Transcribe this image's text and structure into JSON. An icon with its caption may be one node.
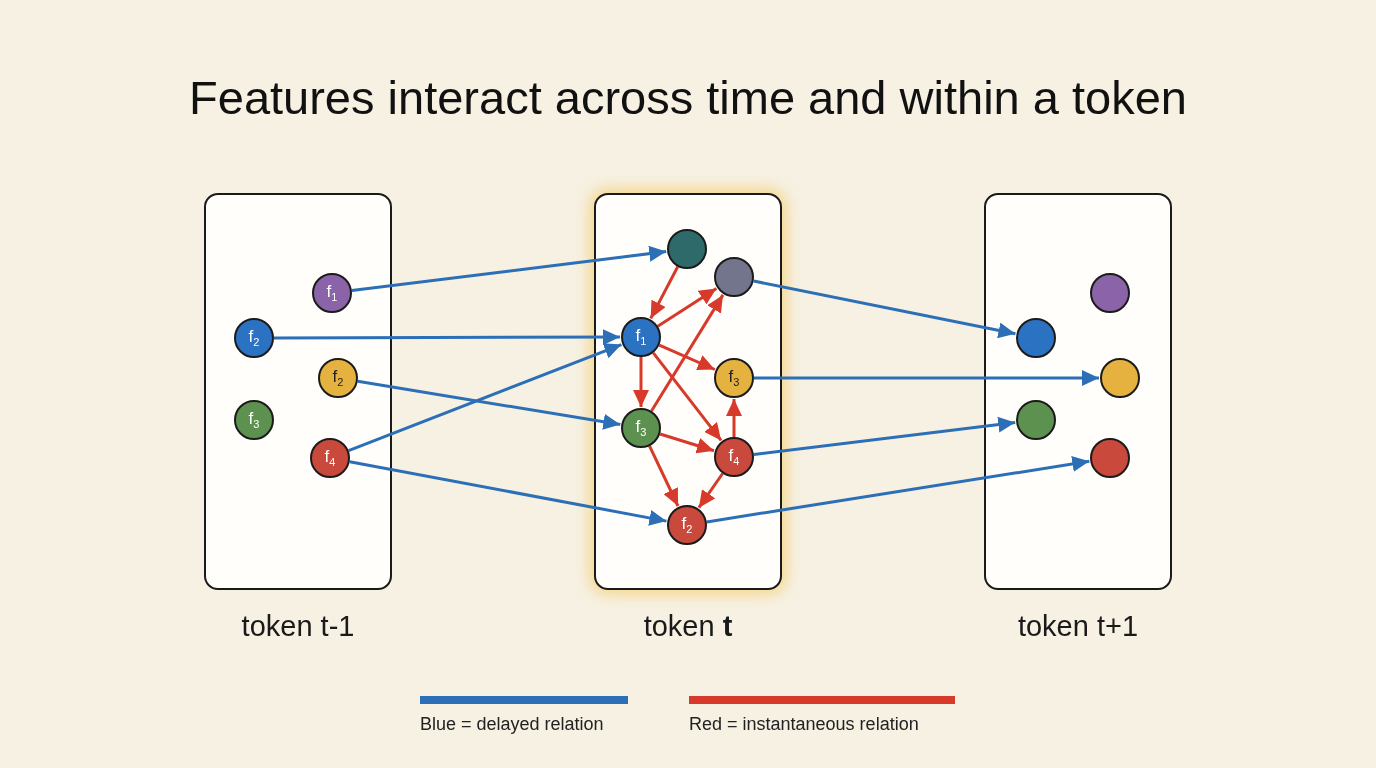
{
  "diagram": {
    "title": "Features interact across time and within a token",
    "nodes": [
      {
        "text": [
          "token t-1"
        ]
      },
      {
        "text": [
          "f$_{1}$"
        ],
        "in": 0
      },
      {
        "text": [
          "f$_{2}$"
        ],
        "in": 0
      },
      {
        "text": [
          "f$_{2}$"
        ],
        "in": 0
      },
      {
        "text": [
          "f$_{3}$"
        ],
        "in": 0
      },
      {
        "text": [
          "f$_{4}$"
        ],
        "in": 0
      },
      {
        "text": [
          "token **t**"
        ]
      },
      {
        "text": [],
        "shape": "circle",
        "in": 6
      },
      {
        "text": [],
        "shape": "circle",
        "in": 6
      },
      {
        "text": [
          "f$_{1}$"
        ],
        "in": 6
      },
      {
        "text": [
          "f$_{3}$"
        ],
        "in": 6
      },
      {
        "text": [
          "f$_{3}$"
        ],
        "in": 6
      },
      {
        "text": [
          "f$_{4}$"
        ],
        "in": 6
      },
      {
        "text": [
          "f$_{2}$"
        ],
        "in": 6
      },
      {
        "text": [
          "token t+1"
        ]
      },
      {
        "text": [],
        "shape": "circle",
        "in": 14
      },
      {
        "text": [],
        "shape": "circle",
        "in": 14
      },
      {
        "text": [],
        "shape": "circle",
        "in": 14
      },
      {
        "text": [],
        "shape": "circle",
        "in": 14
      },
      {
        "text": [],
        "shape": "circle",
        "in": 14
      }
    ],
    "edges": [
      {
        "from": 1,
        "to": 7,
        "arrow": "to",
        "color": "#2c6fb7"
      },
      {
        "from": 2,
        "to": 9,
        "arrow": "to",
        "color": "#2c6fb7"
      },
      {
        "from": 5,
        "to": 9,
        "arrow": "to",
        "color": "#2c6fb7"
      },
      {
        "from": 3,
        "to": 11,
        "arrow": "to",
        "color": "#2c6fb7"
      },
      {
        "from": 5,
        "to": 13,
        "arrow": "to",
        "color": "#2c6fb7"
      },
      {
        "from": 7,
        "to": 9,
        "arrow": "to"
      },
      {
        "from": 9,
        "to": 8,
        "arrow": "to"
      },
      {
        "from": 11,
        "to": 8,
        "arrow": "to"
      },
      {
        "from": 9,
        "to": 10,
        "arrow": "to"
      },
      {
        "from": 9,
        "to": 11,
        "arrow": "to"
      },
      {
        "from": 9,
        "to": 12,
        "arrow": "to"
      },
      {
        "from": 11,
        "to": 12,
        "arrow": "to"
      },
      {
        "from": 11,
        "to": 13,
        "arrow": "to"
      },
      {
        "from": 12,
        "to": 10,
        "arrow": "to"
      },
      {
        "from": 12,
        "to": 13,
        "arrow": "to"
      },
      {
        "from": 8,
        "to": 15,
        "arrow": "to",
        "color": "#2c6fb7"
      },
      {
        "from": 10,
        "to": 17,
        "arrow": "to",
        "color": "#2c6fb7"
      },
      {
        "from": 12,
        "to": 18,
        "arrow": "to",
        "color": "#2c6fb7"
      },
      {
        "from": 13,
        "to": 19,
        "arrow": "to",
        "color": "#2c6fb7"
      }
    ],
    "legend": [
      {
        "text": "Blue = delayed relation",
        "color": "#2c6fb7"
      },
      {
        "text": "Red = instantaneous relation",
        "color": "#d7392b"
      }
    ]
  }
}
